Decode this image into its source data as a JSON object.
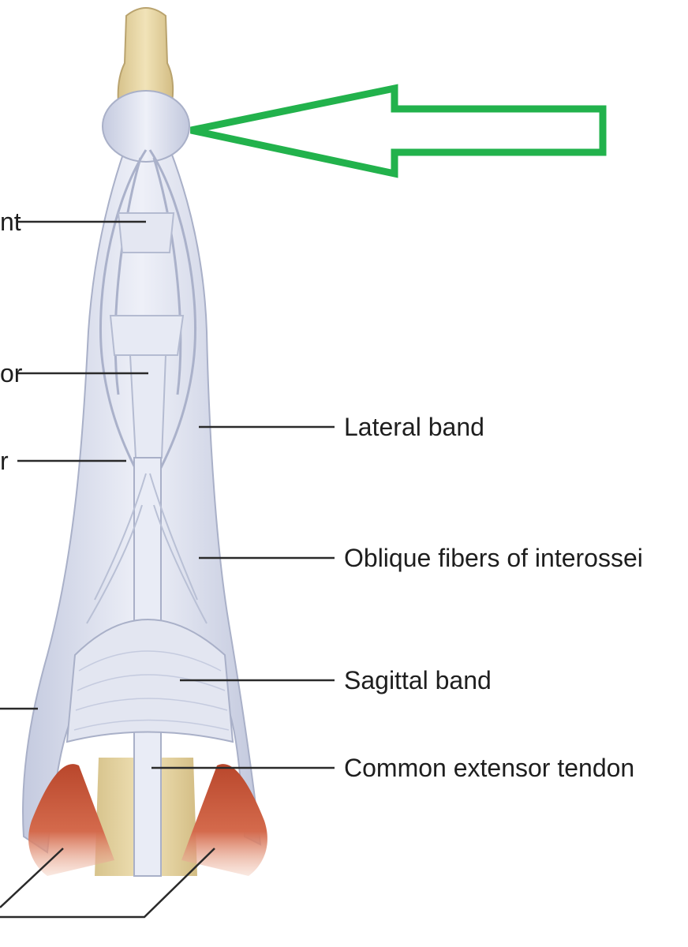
{
  "labels": {
    "lateral_band": "Lateral band",
    "oblique_fibers": "Oblique fibers of interossei",
    "sagittal_band": "Sagittal band",
    "common_extensor": "Common extensor tendon",
    "cut_top": "nt",
    "cut_mid": "or",
    "cut_low": "r"
  },
  "colors": {
    "arrow": "#22b24c",
    "bone": "#ead9a8",
    "tendon": "#dfe3f0",
    "tendon_shadow": "#b8bfd6",
    "muscle": "#c9573a",
    "leader": "#2a2a2a"
  }
}
